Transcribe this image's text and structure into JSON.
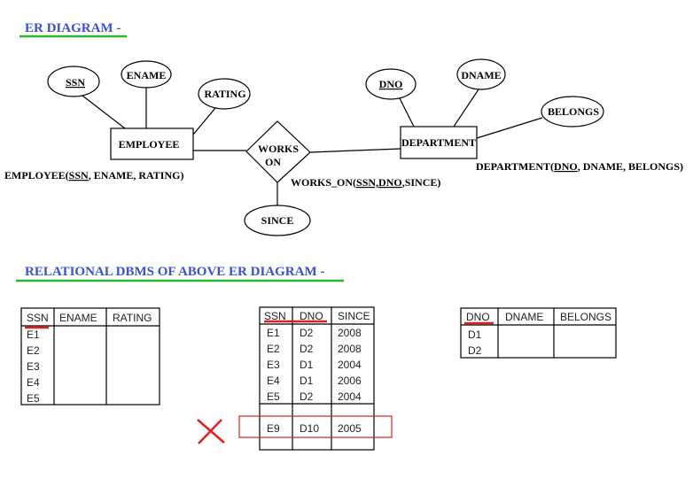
{
  "headings": {
    "er": "ER DIAGRAM -",
    "relational": "RELATIONAL DBMS OF ABOVE ER DIAGRAM -"
  },
  "colors": {
    "heading": "#3b4fd4",
    "underline_green": "#2bb52b",
    "red": "#e02020"
  },
  "er": {
    "employee": "EMPLOYEE",
    "department": "DEPARTMENT",
    "relationship_line1": "WORKS",
    "relationship_line2": "ON",
    "attrs": {
      "ssn": "SSN",
      "ename": "ENAME",
      "rating": "RATING",
      "dno": "DNO",
      "dname": "DNAME",
      "belongs": "BELONGS",
      "since": "SINCE"
    },
    "schema_employee": {
      "prefix": "EMPLOYEE(",
      "key": "SSN",
      "rest": ", ENAME, RATING)"
    },
    "schema_works_on": {
      "prefix": "WORKS_ON(",
      "key": "SSN,DNO",
      "rest": ",SINCE)"
    },
    "schema_department": {
      "prefix": "DEPARTMENT(",
      "key": "DNO",
      "rest": ", DNAME, BELONGS)"
    }
  },
  "tables": {
    "employee": {
      "headers": [
        "SSN",
        "ENAME",
        "RATING"
      ],
      "rows": [
        "E1",
        "E2",
        "E3",
        "E4",
        "E5"
      ]
    },
    "works_on": {
      "headers": [
        "SSN",
        "DNO",
        "SINCE"
      ],
      "rows": [
        [
          "E1",
          "D2",
          "2008"
        ],
        [
          "E2",
          "D2",
          "2008"
        ],
        [
          "E3",
          "D1",
          "2004"
        ],
        [
          "E4",
          "D1",
          "2006"
        ],
        [
          "E5",
          "D2",
          "2004"
        ]
      ],
      "invalid_row": [
        "E9",
        "D10",
        "2005"
      ]
    },
    "department": {
      "headers": [
        "DNO",
        "DNAME",
        "BELONGS"
      ],
      "rows": [
        "D1",
        "D2"
      ]
    }
  }
}
